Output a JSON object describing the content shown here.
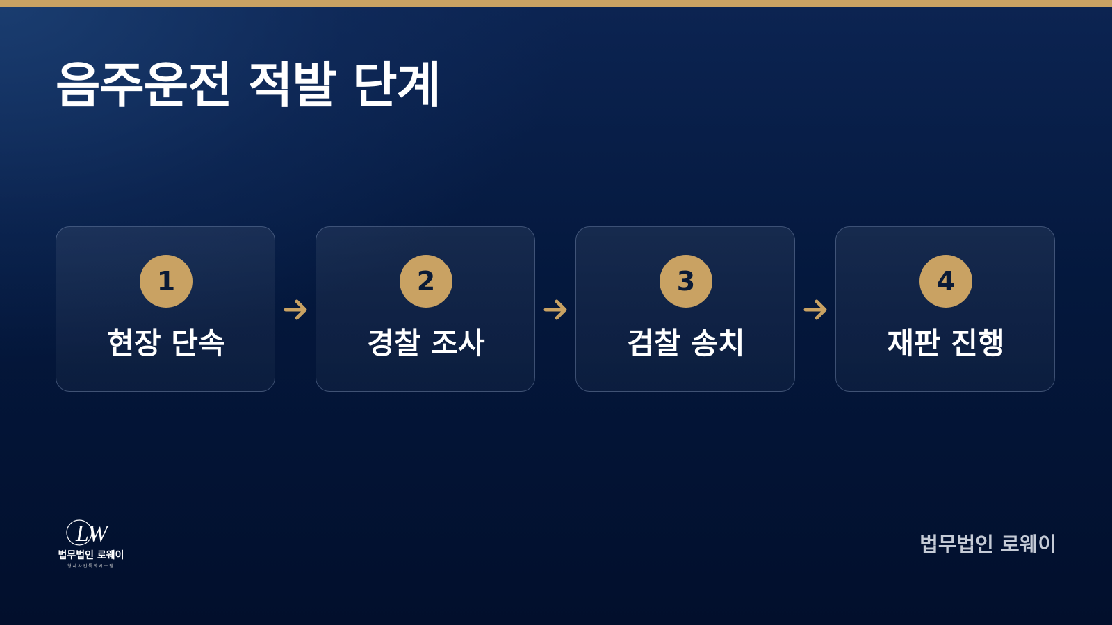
{
  "title": "음주운전 적발 단계",
  "steps": [
    {
      "number": "1",
      "label": "현장 단속"
    },
    {
      "number": "2",
      "label": "경찰 조사"
    },
    {
      "number": "3",
      "label": "검찰 송치"
    },
    {
      "number": "4",
      "label": "재판 진행"
    }
  ],
  "arrow_icon": "arrow-right-icon",
  "footer": {
    "logo_initials": "LW",
    "logo_name": "법무법인 로웨이",
    "logo_subtitle": "형사사건특화시스템",
    "firm_name": "법무법인 로웨이"
  },
  "colors": {
    "accent_gold": "#c9a263",
    "background_navy": "#04183d",
    "text_white": "#ffffff",
    "footer_text": "#c5cbd6"
  }
}
